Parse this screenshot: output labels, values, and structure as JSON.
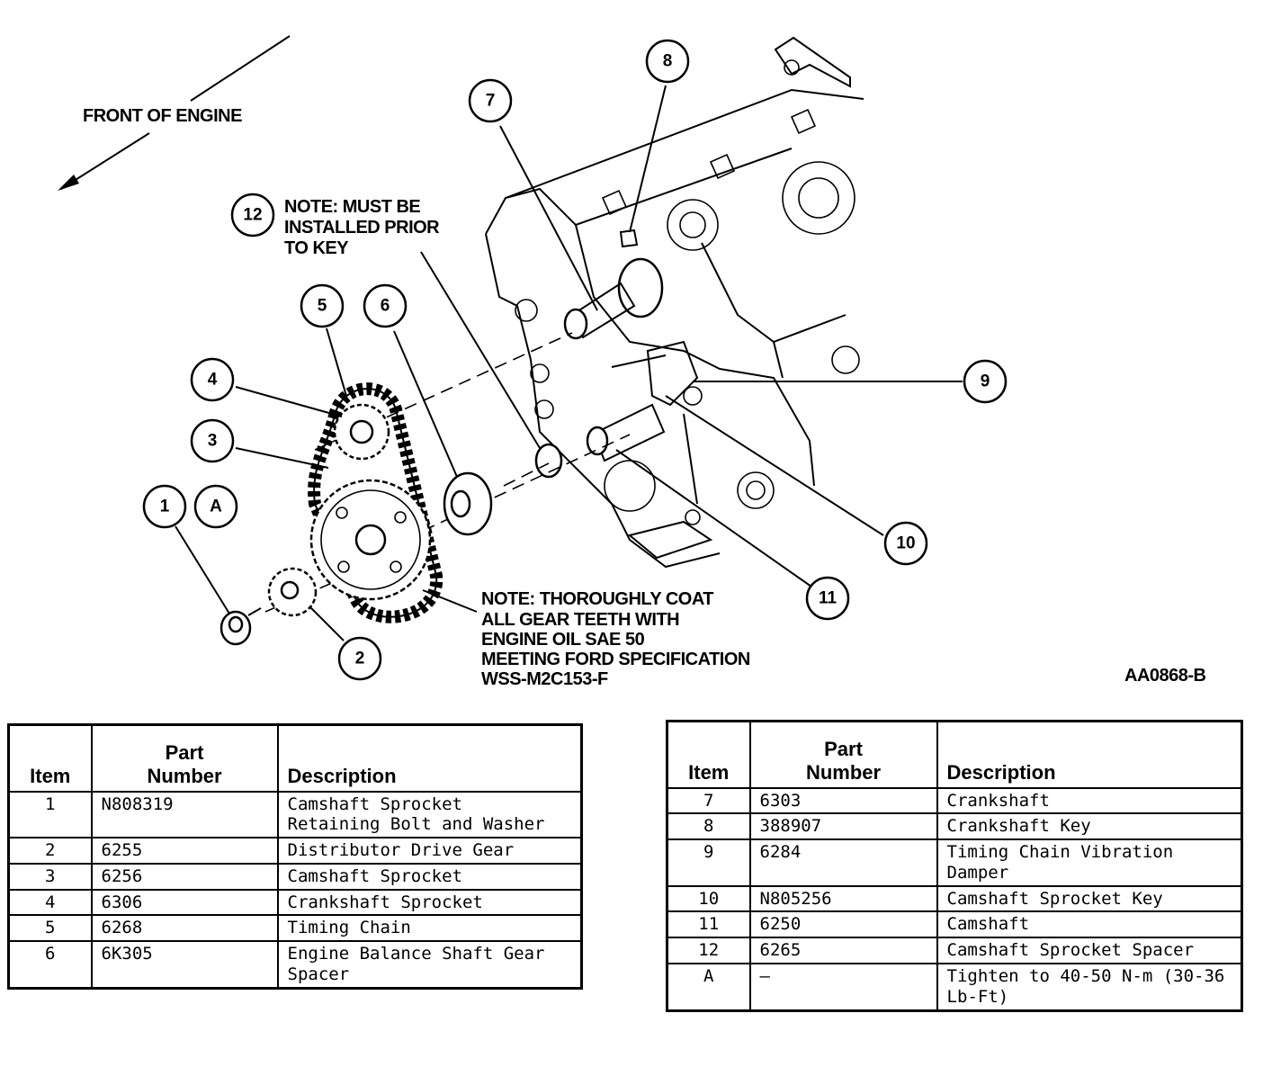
{
  "front_label": "FRONT OF ENGINE",
  "figure_code": "AA0868-B",
  "notes": {
    "spacer_note": [
      "NOTE: MUST BE",
      "INSTALLED PRIOR",
      "TO KEY"
    ],
    "gear_note": [
      "NOTE: THOROUGHLY COAT",
      "ALL GEAR TEETH WITH",
      "ENGINE OIL SAE 50",
      "MEETING FORD SPECIFICATION",
      "WSS-M2C153-F"
    ]
  },
  "callouts": [
    "1",
    "2",
    "3",
    "4",
    "5",
    "6",
    "7",
    "8",
    "9",
    "10",
    "11",
    "12",
    "A"
  ],
  "table_headers": {
    "item": "Item",
    "part_number": [
      "Part",
      "Number"
    ],
    "description": "Description"
  },
  "table_left": [
    {
      "item": "1",
      "part": "N808319",
      "desc": [
        "Camshaft Sprocket",
        "Retaining Bolt and Washer"
      ]
    },
    {
      "item": "2",
      "part": "6255",
      "desc": [
        "Distributor Drive Gear"
      ]
    },
    {
      "item": "3",
      "part": "6256",
      "desc": [
        "Camshaft Sprocket"
      ]
    },
    {
      "item": "4",
      "part": "6306",
      "desc": [
        "Crankshaft Sprocket"
      ]
    },
    {
      "item": "5",
      "part": "6268",
      "desc": [
        "Timing Chain"
      ]
    },
    {
      "item": "6",
      "part": "6K305",
      "desc": [
        "Engine Balance Shaft Gear",
        "Spacer"
      ]
    }
  ],
  "table_right": [
    {
      "item": "7",
      "part": "6303",
      "desc": [
        "Crankshaft"
      ]
    },
    {
      "item": "8",
      "part": "388907",
      "desc": [
        "Crankshaft Key"
      ]
    },
    {
      "item": "9",
      "part": "6284",
      "desc": [
        "Timing Chain Vibration",
        "Damper"
      ]
    },
    {
      "item": "10",
      "part": "N805256",
      "desc": [
        "Camshaft Sprocket Key"
      ]
    },
    {
      "item": "11",
      "part": "6250",
      "desc": [
        "Camshaft"
      ]
    },
    {
      "item": "12",
      "part": "6265",
      "desc": [
        "Camshaft Sprocket Spacer"
      ]
    },
    {
      "item": "A",
      "part": "—",
      "desc": [
        "Tighten to 40-50 N-m (30-36",
        "Lb-Ft)"
      ]
    }
  ]
}
